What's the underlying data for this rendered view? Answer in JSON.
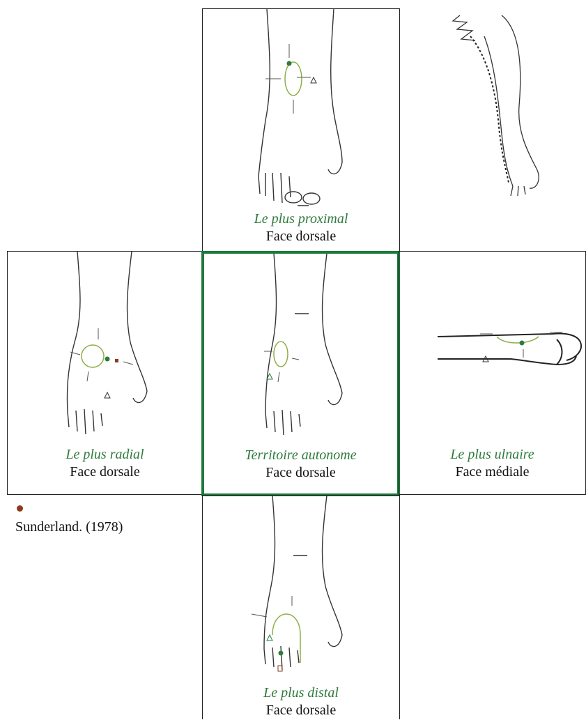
{
  "panels": {
    "proximal": {
      "title": "Le plus proximal",
      "subtitle": "Face dorsale"
    },
    "radial": {
      "title": "Le plus radial",
      "subtitle": "Face dorsale"
    },
    "autonome": {
      "title": "Territoire autonome",
      "subtitle": "Face dorsale"
    },
    "ulnaire": {
      "title": "Le plus ulnaire",
      "subtitle": "Face médiale"
    },
    "distal": {
      "title": "Le plus distal",
      "subtitle": "Face dorsale"
    }
  },
  "legend": {
    "reference": "Sunderland. (1978)",
    "marker_color": "#8b3a1e"
  },
  "colors": {
    "accent_green": "#2f7a3c",
    "frame_green": "#1c7a3c",
    "brown": "#8b3a1e"
  }
}
